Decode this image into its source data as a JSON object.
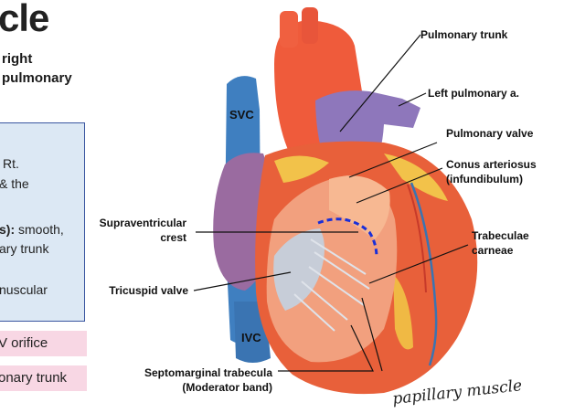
{
  "slide": {
    "title": "cle",
    "intro_line1": "right",
    "intro_line2": "pulmonary",
    "box_lines": [
      {
        "text": "Rt.",
        "bold": ""
      },
      {
        "text": "& the",
        "bold": ""
      },
      {
        "bold": "s):",
        "text": " smooth,"
      },
      {
        "text": "ary trunk",
        "bold": ""
      },
      {
        "text": "nuscular",
        "bold": ""
      }
    ],
    "pink_1": "V orifice",
    "pink_2": "onary trunk"
  },
  "figure": {
    "labels": {
      "pulmonary_trunk": "Pulmonary trunk",
      "left_pulmonary_a": "Left pulmonary a.",
      "pulmonary_valve": "Pulmonary valve",
      "conus_1": "Conus arteriosus",
      "conus_2": "(infundibulum)",
      "supra_1": "Supraventricular",
      "supra_2": "crest",
      "trab_1": "Trabeculae",
      "trab_2": "carneae",
      "tricuspid": "Tricuspid valve",
      "svc": "SVC",
      "ivc": "IVC",
      "septo_1": "Septomarginal trabecula",
      "septo_2": "(Moderator band)"
    },
    "handwriting": "papillary muscle",
    "colors": {
      "heart_red": "#e8603a",
      "aorta": "#ef5b3b",
      "vein_blue": "#3f7fc0",
      "pulmonary_purple": "#8e77bb",
      "fat_yellow": "#f2c24a",
      "crest_dash": "#1a2fd8",
      "valve_gray": "#c7cdd8"
    }
  }
}
